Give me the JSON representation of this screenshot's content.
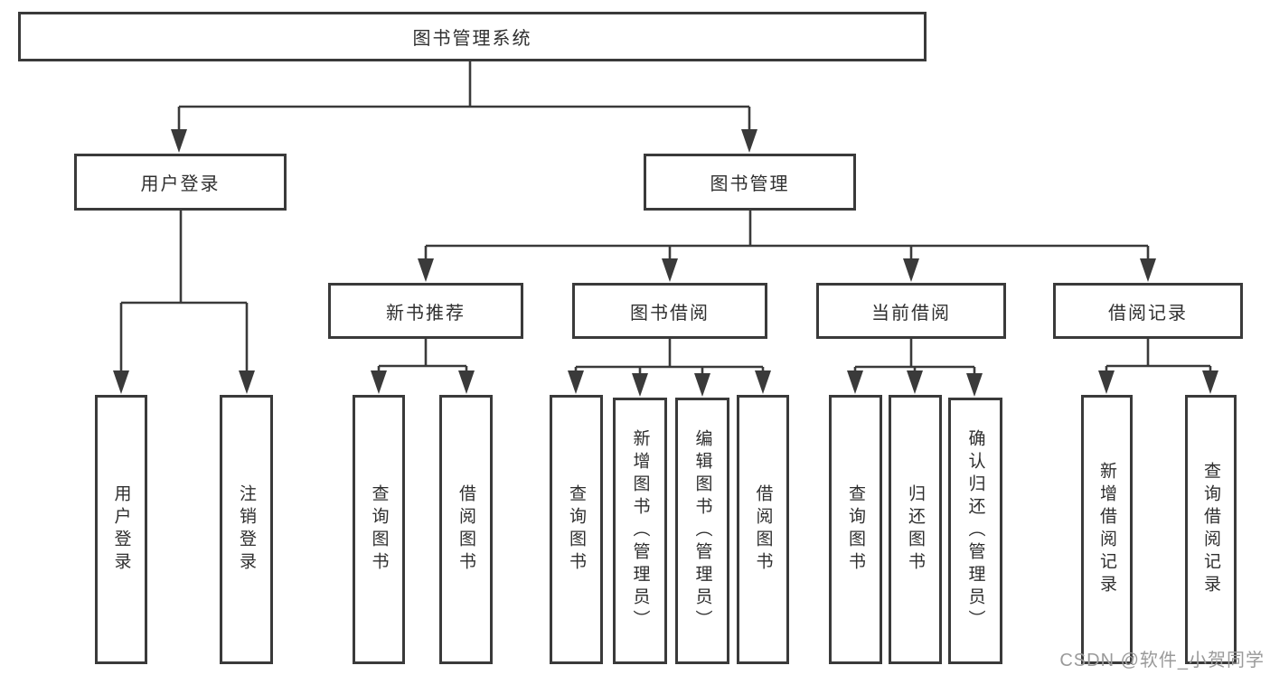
{
  "diagram": {
    "title": "图书管理系统",
    "nodes": {
      "root": {
        "label": "图书管理系统"
      },
      "user_login": {
        "label": "用户登录"
      },
      "book_mgmt": {
        "label": "图书管理"
      },
      "new_book_rec": {
        "label": "新书推荐"
      },
      "book_borrow": {
        "label": "图书借阅"
      },
      "current_borrow": {
        "label": "当前借阅"
      },
      "borrow_record": {
        "label": "借阅记录"
      },
      "leaf_user_login": {
        "label": "用户登录"
      },
      "leaf_logout": {
        "label": "注销登录"
      },
      "leaf_rec_query_book": {
        "label": "查询图书"
      },
      "leaf_rec_borrow_book": {
        "label": "借阅图书"
      },
      "leaf_bb_query_book": {
        "label": "查询图书"
      },
      "leaf_bb_add_book": {
        "label": "新增图书（管理员）"
      },
      "leaf_bb_edit_book": {
        "label": "编辑图书（管理员）"
      },
      "leaf_bb_borrow_book": {
        "label": "借阅图书"
      },
      "leaf_cur_query_book": {
        "label": "查询图书"
      },
      "leaf_cur_return_book": {
        "label": "归还图书"
      },
      "leaf_cur_confirm_return": {
        "label": "确认归还（管理员）"
      },
      "leaf_rc_add_record": {
        "label": "新增借阅记录"
      },
      "leaf_rc_query_record": {
        "label": "查询借阅记录"
      }
    },
    "edges": [
      [
        "图书管理系统",
        "用户登录"
      ],
      [
        "图书管理系统",
        "图书管理"
      ],
      [
        "用户登录",
        "用户登录"
      ],
      [
        "用户登录",
        "注销登录"
      ],
      [
        "图书管理",
        "新书推荐"
      ],
      [
        "图书管理",
        "图书借阅"
      ],
      [
        "图书管理",
        "当前借阅"
      ],
      [
        "图书管理",
        "借阅记录"
      ],
      [
        "新书推荐",
        "查询图书"
      ],
      [
        "新书推荐",
        "借阅图书"
      ],
      [
        "图书借阅",
        "查询图书"
      ],
      [
        "图书借阅",
        "新增图书（管理员）"
      ],
      [
        "图书借阅",
        "编辑图书（管理员）"
      ],
      [
        "图书借阅",
        "借阅图书"
      ],
      [
        "当前借阅",
        "查询图书"
      ],
      [
        "当前借阅",
        "归还图书"
      ],
      [
        "当前借阅",
        "确认归还（管理员）"
      ],
      [
        "借阅记录",
        "新增借阅记录"
      ],
      [
        "借阅记录",
        "查询借阅记录"
      ]
    ],
    "colors": {
      "line": "#3a3a3a",
      "text": "#2f2f2f",
      "box_background": "#ffffff",
      "watermark": "#9a9a9a",
      "page_background": "#ffffff"
    },
    "watermark": {
      "text": "CSDN @软件_小贺同学"
    }
  }
}
